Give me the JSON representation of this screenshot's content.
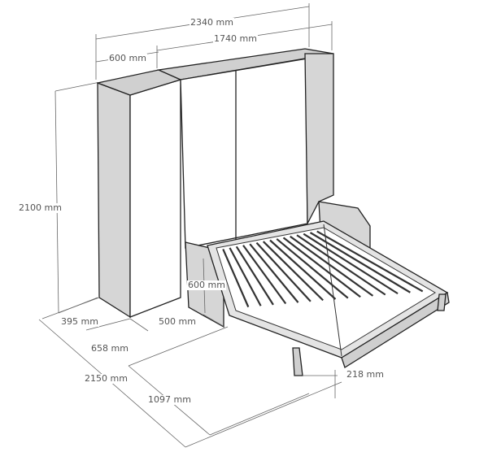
{
  "title": "Wall bed with side cabinet dimensions",
  "colors": {
    "panel": "#d6d6d6",
    "face": "#ffffff",
    "line": "#222222",
    "dimension": "#666666"
  },
  "dimensions": {
    "total_width": "2340 mm",
    "bed_unit_width": "1740 mm",
    "cabinet_width": "600 mm",
    "height": "2100 mm",
    "leg_panel_height": "600 mm",
    "cabinet_depth": "395 mm",
    "leg_panel_depth": "500 mm",
    "unit_depth": "658 mm",
    "total_depth_open": "2150 mm",
    "bed_extension": "1097 mm",
    "leg_height": "218 mm"
  }
}
